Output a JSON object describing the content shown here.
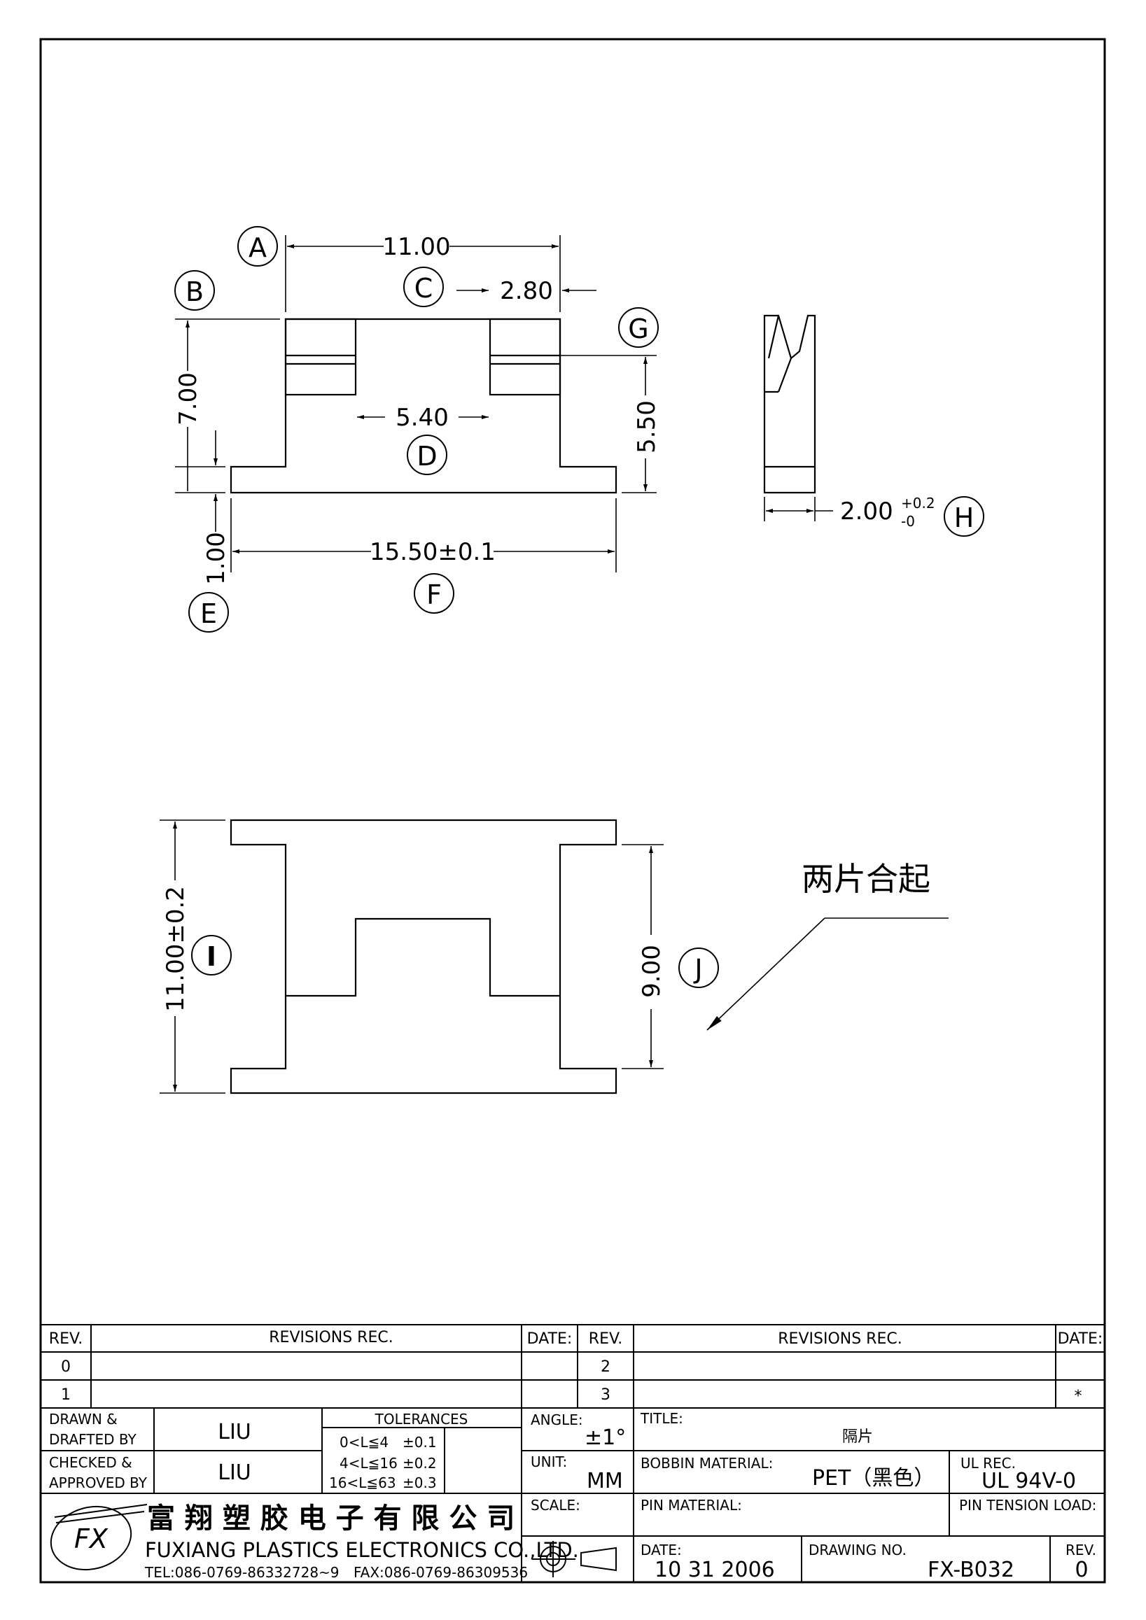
{
  "drawing": {
    "dimensions": {
      "a": "11.00",
      "c": "2.80",
      "b": "7.00",
      "d": "5.40",
      "g": "5.50",
      "e": "1.00",
      "f": "15.50±0.1",
      "h_base": "2.00",
      "h_tol_upper": "+0.2",
      "h_tol_lower": "-0",
      "i": "11.00±0.2",
      "j": "9.00"
    },
    "callouts": [
      "A",
      "B",
      "C",
      "D",
      "E",
      "F",
      "G",
      "H",
      "I",
      "J"
    ],
    "note": "两片合起"
  },
  "title_block": {
    "revisions": {
      "rev_header": "REV.",
      "revisions_header": "REVISIONS   REC.",
      "date_header": "DATE:",
      "rows_left": [
        "0",
        "1"
      ],
      "rows_right": [
        "2",
        "3"
      ],
      "star": "*"
    },
    "drawn_label_1": "DRAWN &",
    "drawn_label_2": "DRAFTED BY",
    "drawn_by": "LIU",
    "checked_label_1": "CHECKED &",
    "checked_label_2": "APPROVED BY",
    "checked_by": "LIU",
    "tolerances_header": "TOLERANCES",
    "tolerances": [
      {
        "range": "0<L≦4",
        "value": "±0.1"
      },
      {
        "range": "4<L≦16",
        "value": "±0.2"
      },
      {
        "range": "16<L≦63",
        "value": "±0.3"
      }
    ],
    "angle_label": "ANGLE:",
    "angle_value": "±1°",
    "unit_label": "UNIT:",
    "unit_value": "MM",
    "scale_label": "SCALE:",
    "title_label": "TITLE:",
    "title_value": "隔片",
    "bobbin_label": "BOBBIN MATERIAL:",
    "bobbin_value": "PET（黑色）",
    "ul_label": "UL REC.",
    "ul_value": "UL 94V-0",
    "pin_material_label": "PIN MATERIAL:",
    "pin_tension_label": "PIN TENSION LOAD:",
    "date_label": "DATE:",
    "date_value": "10  31  2006",
    "drawing_no_label": "DRAWING NO.",
    "drawing_no_value": "FX-B032",
    "rev_label": "REV.",
    "rev_value": "0",
    "company_cn": "富 翔 塑 胶 电 子 有 限 公 司",
    "company_en": "FUXIANG PLASTICS ELECTRONICS CO.,LTD.",
    "tel": "TEL:086-0769-86332728~9",
    "fax": "FAX:086-0769-86309536",
    "logo_text": "FX"
  }
}
